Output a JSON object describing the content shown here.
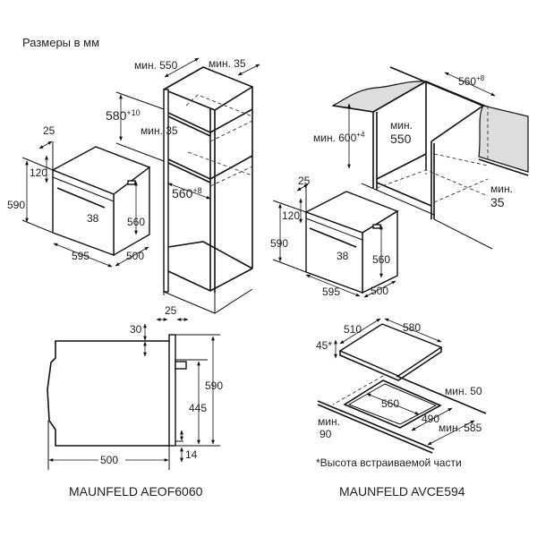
{
  "title": "Размеры в мм",
  "left_cabinet": {
    "depth_min": "мин. 550",
    "rear_gap_min": "мин. 35",
    "height": "580",
    "height_tol": "+10",
    "shelf_gap_min": "мин. 35",
    "width": "560",
    "width_tol": "+8"
  },
  "left_oven": {
    "front_depth": "25",
    "top_offset": "120",
    "height": "590",
    "handle": "38",
    "body_height": "560",
    "width": "595",
    "depth": "500"
  },
  "side_view": {
    "front_depth": "25",
    "top_offset": "30",
    "height": "590",
    "body_height": "445",
    "bottom_offset": "14",
    "depth": "500",
    "model": "MAUNFELD AEOF6060"
  },
  "right_cabinet": {
    "width": "560",
    "width_tol": "+8",
    "height_min": "мин. 600",
    "height_tol": "+4",
    "depth_min_label": "мин.",
    "depth_min_value": "550",
    "rear_gap_label": "мин.",
    "rear_gap_value": "35"
  },
  "right_oven": {
    "front_depth": "25",
    "top_offset": "120",
    "height": "590",
    "handle": "38",
    "body_height": "560",
    "width": "595",
    "depth": "500"
  },
  "hob": {
    "depth": "510",
    "width": "580",
    "height": "45*",
    "cutout_width": "560",
    "cutout_depth": "490",
    "rear_gap_min": "мин. 50",
    "counter_depth_min": "мин. 585",
    "front_gap_label": "мин.",
    "front_gap_value": "90",
    "note": "*Высота встраиваемой части",
    "model": "MAUNFELD AVCE594"
  }
}
